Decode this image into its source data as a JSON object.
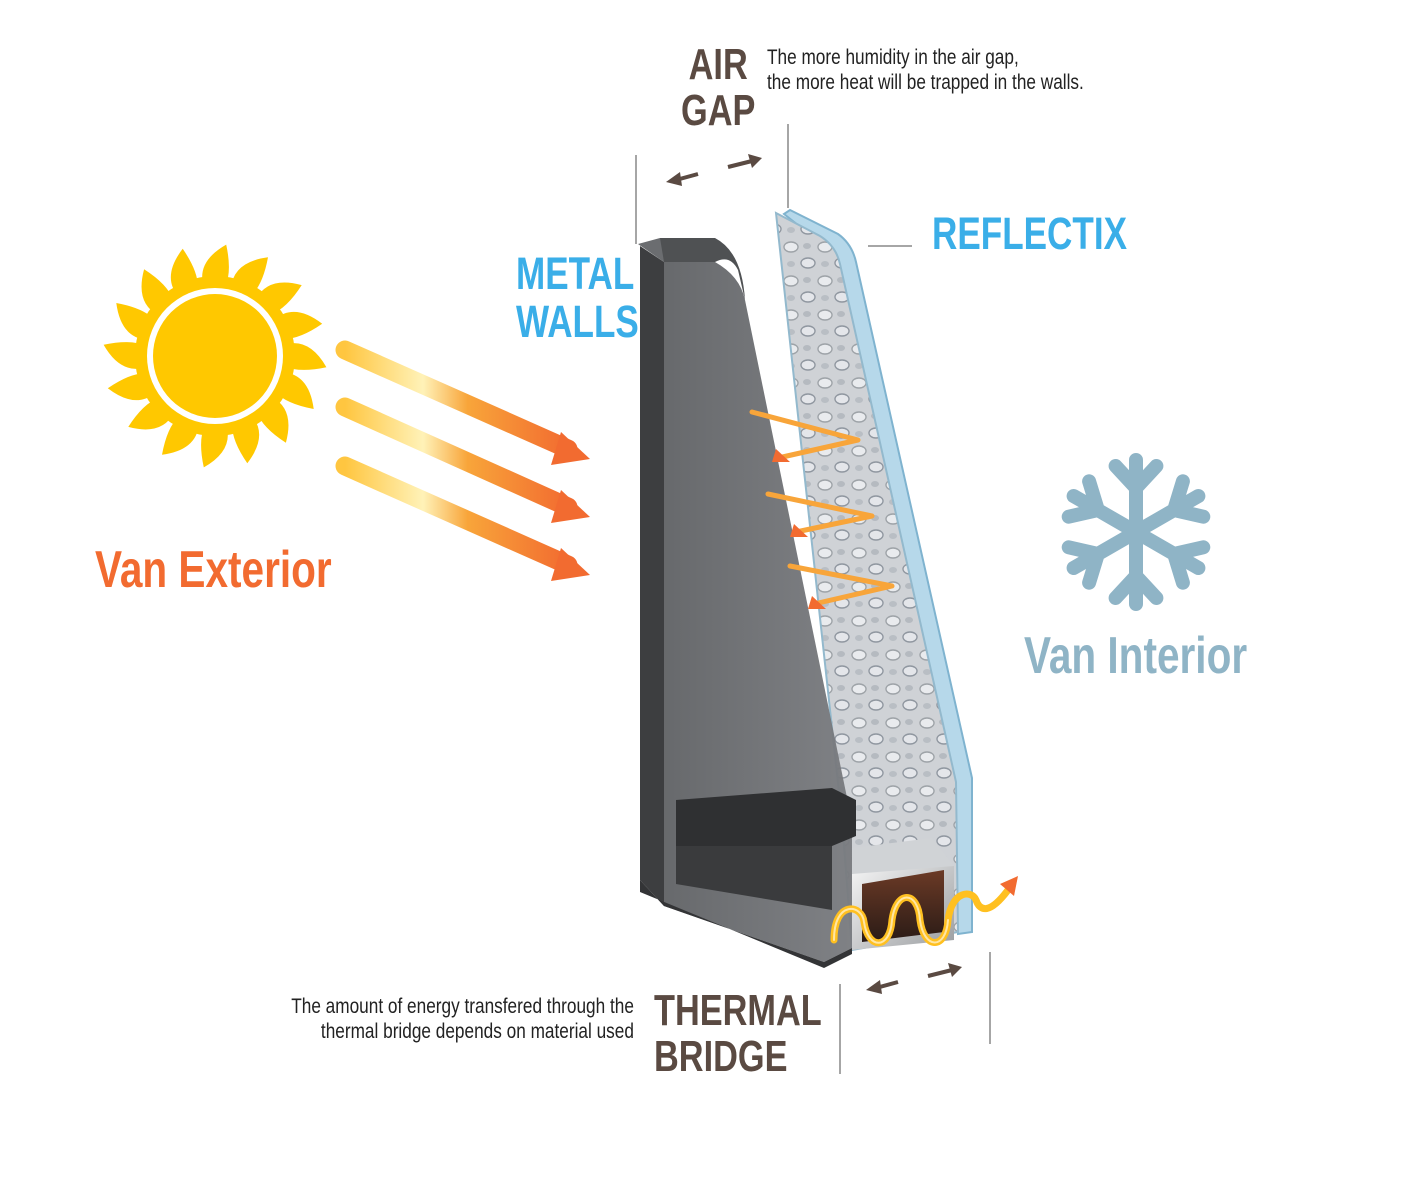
{
  "labels": {
    "air_gap": [
      "AIR",
      "GAP"
    ],
    "air_gap_note": [
      "The more humidity in the air gap,",
      "the more heat will be trapped in the walls."
    ],
    "reflectix": "REFLECTIX",
    "metal_walls": [
      "METAL",
      "WALLS"
    ],
    "van_exterior": "Van Exterior",
    "van_interior": "Van Interior",
    "thermal_bridge": [
      "THERMAL",
      "BRIDGE"
    ],
    "thermal_bridge_note": [
      "The amount of energy transfered through the",
      "thermal bridge depends on material used"
    ]
  },
  "icons": [
    "sun-icon",
    "snowflake-icon",
    "arrow-icon",
    "wave-icon"
  ],
  "colors": {
    "dark_label": "#5a4a42",
    "blue_label": "#3aaee8",
    "exterior": "#f26b30",
    "interior": "#8fb4c6",
    "sun": "#ffc800",
    "wall": "#555759",
    "reflectix_edge": "#8ab8d0"
  }
}
